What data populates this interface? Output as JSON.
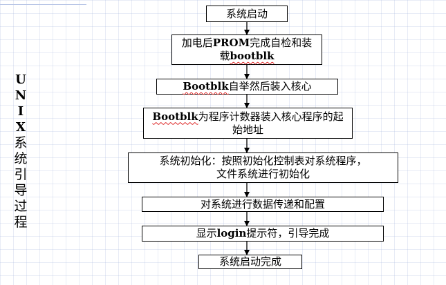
{
  "side_title": [
    "U",
    "N",
    "I",
    "X",
    "系",
    "统",
    "引",
    "导",
    "过",
    "程"
  ],
  "steps": [
    {
      "id": "step-1",
      "segments": [
        {
          "t": "系统启动"
        }
      ]
    },
    {
      "id": "step-2",
      "segments": [
        {
          "t": "加电后"
        },
        {
          "t": "PROM",
          "b": true
        },
        {
          "t": "完成自检和装"
        },
        {
          "br": true
        },
        {
          "t": "载"
        },
        {
          "t": "bootblk",
          "b": true,
          "sq": true
        }
      ]
    },
    {
      "id": "step-3",
      "segments": [
        {
          "t": "Bootblk",
          "b": true,
          "sq": true
        },
        {
          "t": "自举然后装入核心"
        }
      ]
    },
    {
      "id": "step-4",
      "segments": [
        {
          "t": "Bootblk",
          "b": true,
          "sq": true
        },
        {
          "t": "为程序计数器装入核心程序的起"
        },
        {
          "br": true
        },
        {
          "t": "始地址"
        }
      ]
    },
    {
      "id": "step-5",
      "segments": [
        {
          "t": "系统初始化：按照初始化控制表对系统程序，"
        },
        {
          "br": true
        },
        {
          "t": "文件系统进行初始化"
        }
      ]
    },
    {
      "id": "step-6",
      "segments": [
        {
          "t": "对系统进行数据传递和配置"
        }
      ]
    },
    {
      "id": "step-7",
      "segments": [
        {
          "t": "显示"
        },
        {
          "t": "login",
          "b": true
        },
        {
          "t": "提示符，引导完成"
        }
      ]
    },
    {
      "id": "step-8",
      "segments": [
        {
          "t": "系统启动完成"
        }
      ]
    }
  ]
}
